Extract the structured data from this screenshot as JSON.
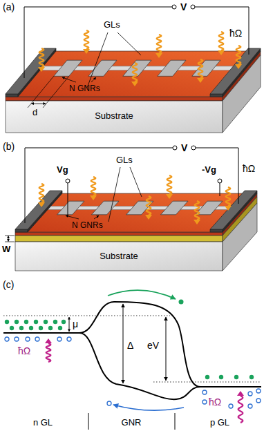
{
  "diagram": {
    "labels": [
      "(a)",
      "V",
      "GLs",
      "ħΩ",
      "d",
      "N GNRs",
      "Substrate",
      "(b)",
      "V",
      "Vg",
      "GLs",
      "ħΩ",
      "-Vg",
      "W",
      "N GNRs",
      "Substrate",
      "(c)",
      "ħΩ",
      "μ",
      "Δ",
      "eV",
      "ħΩ",
      "n GL",
      "GNR",
      "p GL"
    ]
  }
}
